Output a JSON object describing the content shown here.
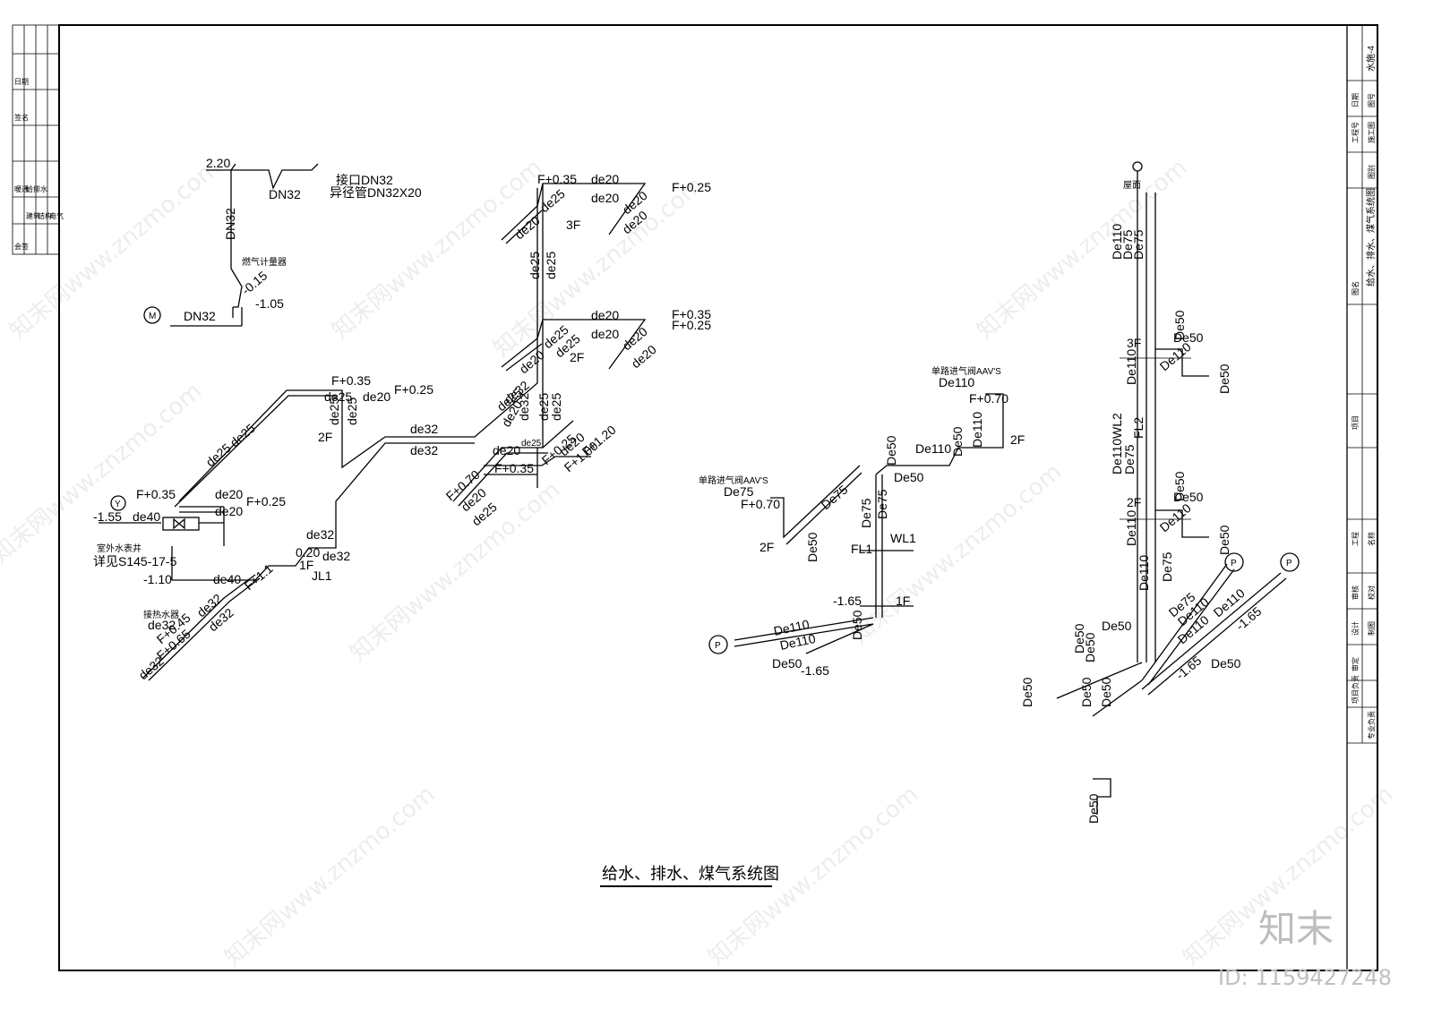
{
  "drawing": {
    "title": "给水、排水、煤气系统图",
    "sheet_no": "水施-4",
    "title_block": {
      "project_name": "施工图",
      "drawing_name": "给水、排水、煤气系统图",
      "labels": [
        "日期",
        "图号",
        "工程号",
        "图别",
        "图名",
        "项目",
        "工程",
        "名称",
        "审核",
        "校对",
        "设计",
        "制图",
        "审定",
        "项目负责",
        "专业负责"
      ]
    },
    "left_strip": [
      "会签",
      "建筑",
      "结构",
      "电气",
      "暖通",
      "给排水",
      "日期",
      "签名"
    ]
  },
  "watermark": {
    "text": "知末网www.znzmo.com",
    "brand": "知末",
    "id": "ID: 1159427248"
  },
  "gas": {
    "labels": [
      "2.20",
      "DN32",
      "接口DN32",
      "异径管DN32X20",
      "DN32",
      "燃气计量器",
      "-0.15",
      "-1.05",
      "DN32"
    ],
    "meter_symbol": "M"
  },
  "water": {
    "labels": [
      "de25",
      "F+0.35",
      "F+0.25",
      "de25",
      "de20",
      "de25",
      "de25",
      "de25",
      "2F",
      "F+0.35",
      "de20",
      "F+0.25",
      "de20",
      "-1.55",
      "de40",
      "室外水表井",
      "详见S145-17-5",
      "-1.10",
      "de40",
      "de32",
      "0.20",
      "de32",
      "1F",
      "JL1",
      "接热水器",
      "de32",
      "de32",
      "de32",
      "de40",
      "F+1.1",
      "F+0.45",
      "F+0.65",
      "de32",
      "de32",
      "de32",
      "de25",
      "de20",
      "1",
      "de20",
      "de25",
      "F+0.35",
      "de25",
      "F+0.25",
      "de20",
      "F+1.20",
      "F+1.00",
      "F+0.70",
      "de20",
      "de25"
    ],
    "upper": [
      "F+0.35",
      "de20",
      "F+0.25",
      "de25",
      "de20",
      "de20",
      "3F",
      "de20",
      "de20",
      "de25",
      "de25",
      "de20",
      "F+0.35",
      "F+0.25",
      "de20",
      "de20",
      "2F",
      "de25",
      "de25",
      "de20",
      "de20",
      "de32",
      "de32",
      "de25"
    ],
    "valve_symbol": "Y"
  },
  "drain_fl1": {
    "labels": [
      "单路进气阀AAV'S",
      "De110",
      "F+0.70",
      "2F",
      "De50",
      "De110",
      "De50",
      "De110",
      "De50",
      "De75",
      "De75",
      "单路进气阀AAV'S",
      "De75",
      "F+0.70",
      "De75",
      "De110",
      "2F",
      "De50",
      "FL1",
      "WL1",
      "-1.65",
      "1F",
      "De110",
      "De110",
      "De50",
      "De50",
      "-1.65"
    ],
    "outlet_symbol": "P"
  },
  "drain_main": {
    "labels": [
      "屋面",
      "De110",
      "De75",
      "De75",
      "3F",
      "De110",
      "De50",
      "De50",
      "De110",
      "De50",
      "De50",
      "WL2",
      "FL2",
      "De110",
      "De75",
      "2F",
      "De110",
      "De50",
      "De50",
      "De110",
      "De50",
      "De50",
      "De110",
      "De75",
      "De75",
      "De110",
      "De110",
      "De110",
      "-1.65",
      "De50",
      "De50",
      "De50",
      "De50",
      "De50",
      "De50",
      "-1.65",
      "De50",
      "De50"
    ],
    "outlet_symbol": "P"
  }
}
